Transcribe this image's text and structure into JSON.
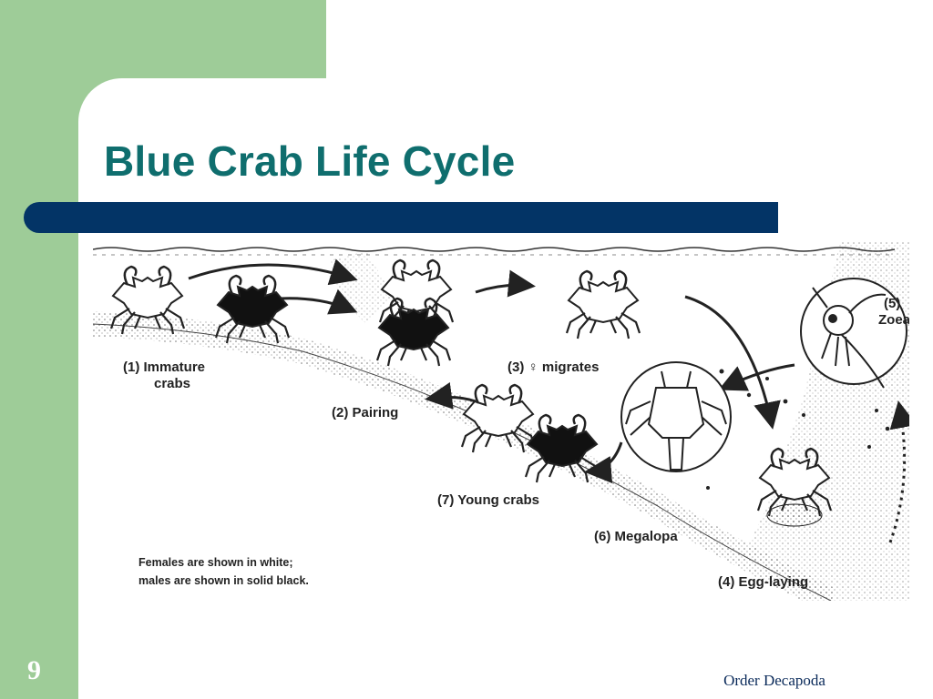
{
  "slide": {
    "title": "Blue Crab Life Cycle",
    "number": "9",
    "footer": "Order Decapoda"
  },
  "figure": {
    "stages": [
      {
        "id": "immature",
        "label_line1": "(1) Immature",
        "label_line2": "crabs"
      },
      {
        "id": "pairing",
        "label": "(2) Pairing"
      },
      {
        "id": "migrates",
        "label": "(3) ♀ migrates"
      },
      {
        "id": "egg-laying",
        "label": "(4) Egg-laying"
      },
      {
        "id": "zoea",
        "label_line1": "(5)",
        "label_line2": "Zoea"
      },
      {
        "id": "megalopa",
        "label": "(6) Megalopa"
      },
      {
        "id": "young",
        "label": "(7) Young crabs"
      }
    ],
    "note_line1": "Females are shown in white;",
    "note_line2": "males are shown in solid black.",
    "colors": {
      "female": "#ffffff",
      "male": "#111111",
      "outline": "#222222"
    }
  }
}
